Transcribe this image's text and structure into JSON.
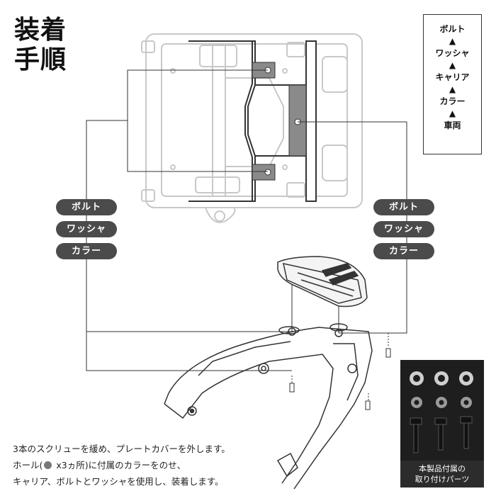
{
  "title": {
    "line1": "装着",
    "line2": "手順"
  },
  "order": {
    "items": [
      "ボルト",
      "ワッシャ",
      "キャリア",
      "カラー",
      "車両"
    ],
    "arrow": "▲"
  },
  "left_labels": [
    "ボルト",
    "ワッシャ",
    "カラー"
  ],
  "right_labels": [
    "ボルト",
    "ワッシャ",
    "カラー"
  ],
  "instructions": {
    "line1": "3本のスクリューを緩め、プレートカバーを外します。",
    "line2_before": "ホール(",
    "line2_after": " x3ヵ所)に付属のカラーをのせ、",
    "line3": "キャリア、ボルトとワッシャを使用し、装着します。"
  },
  "parts_caption": {
    "line1": "本製品付属の",
    "line2": "取り付けパーツ"
  },
  "icons": [
    "hole-marker-icon"
  ]
}
